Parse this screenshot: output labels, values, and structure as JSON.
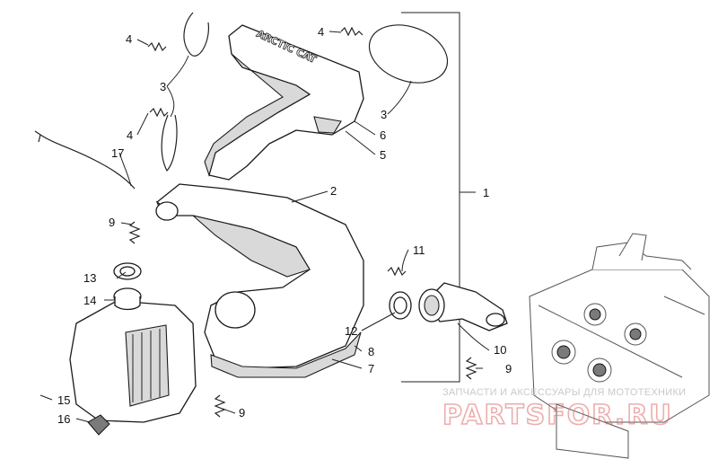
{
  "diagram": {
    "brand_text": "ARCTIC CAT",
    "callouts": [
      "1",
      "2",
      "3",
      "3",
      "4",
      "4",
      "4",
      "5",
      "6",
      "7",
      "8",
      "9",
      "9",
      "9",
      "10",
      "11",
      "12",
      "13",
      "14",
      "15",
      "16",
      "17"
    ]
  },
  "watermark": {
    "caption": "ЗАПЧАСТИ И АКСЕССУАРЫ ДЛЯ МОТОТЕХНИКИ",
    "logo": "PARTSFOR.RU"
  }
}
